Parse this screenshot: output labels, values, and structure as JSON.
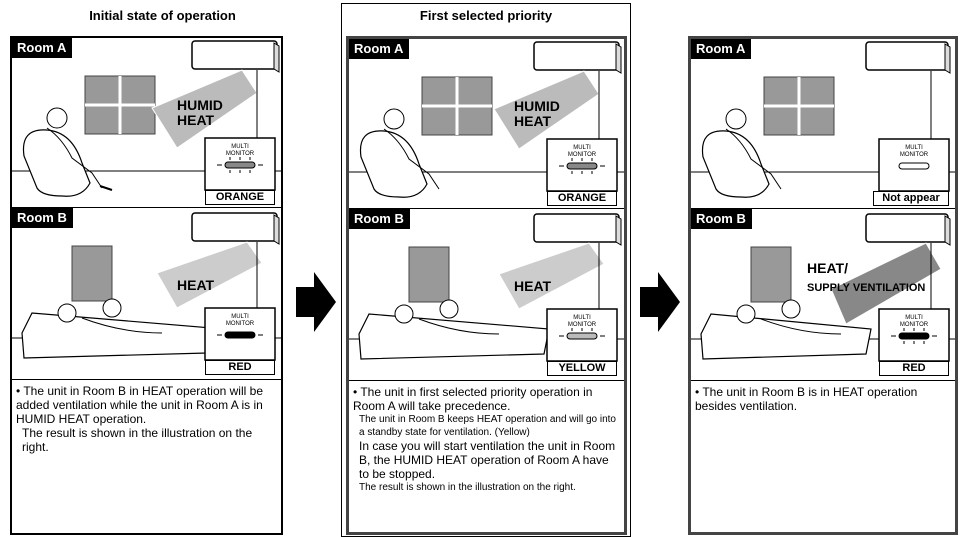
{
  "panels": [
    {
      "title": "Initial state of operation",
      "room_a": {
        "label": "Room A",
        "air_text_1": "HUMID",
        "air_text_2": "HEAT",
        "monitor": "MULTI MONITOR",
        "status": "ORANGE"
      },
      "room_b": {
        "label": "Room B",
        "air_text_1": "HEAT",
        "air_text_2": "",
        "monitor": "MULTI MONITOR",
        "status": "RED"
      },
      "desc": [
        "• The unit in Room B in HEAT operation will be added ventilation while the unit in Room A is in HUMID HEAT operation.",
        "The result is shown in the illustration on the right."
      ]
    },
    {
      "title": "First selected priority",
      "room_a": {
        "label": "Room A",
        "air_text_1": "HUMID",
        "air_text_2": "HEAT",
        "monitor": "MULTI MONITOR",
        "status": "ORANGE"
      },
      "room_b": {
        "label": "Room B",
        "air_text_1": "HEAT",
        "air_text_2": "",
        "monitor": "MULTI MONITOR",
        "status": "YELLOW"
      },
      "desc": [
        "• The unit in first selected priority operation in Room A will take precedence.",
        "The unit in Room B keeps HEAT operation and will go into a standby state for ventilation. (Yellow)",
        "In case you will start ventilation the unit in Room B, the HUMID HEAT operation of Room A have to be stopped.",
        "The result is shown in the illustration on the right."
      ]
    },
    {
      "title": "",
      "room_a": {
        "label": "Room A",
        "air_text_1": "",
        "air_text_2": "",
        "monitor": "MULTI MONITOR",
        "status": "Not appear"
      },
      "room_b": {
        "label": "Room B",
        "air_text_1": "HEAT/",
        "air_text_2": "SUPPLY VENTILATION",
        "monitor": "MULTI MONITOR",
        "status": "RED"
      },
      "desc": [
        "• The unit in Room B is in HEAT operation besides ventilation."
      ]
    }
  ]
}
